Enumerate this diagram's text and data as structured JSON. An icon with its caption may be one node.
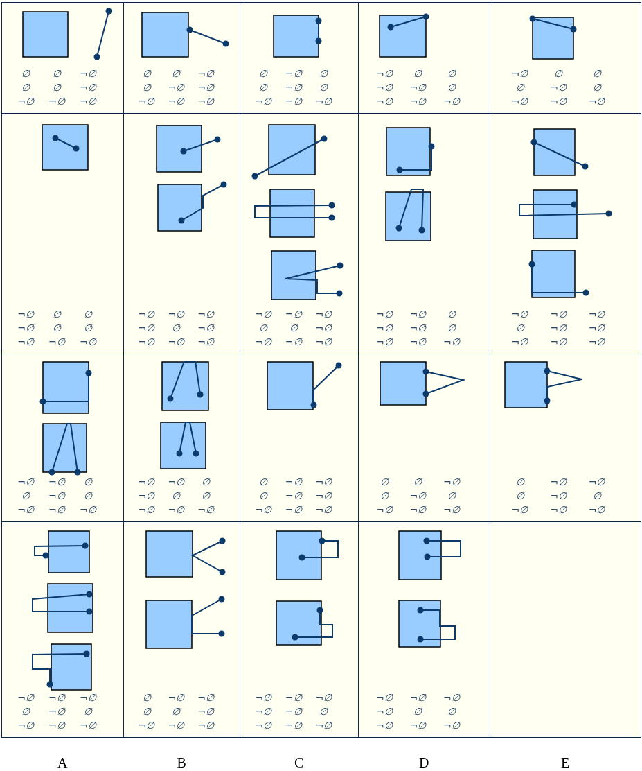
{
  "diagram": {
    "labels": [
      "∅",
      "∅",
      "¬∅",
      "∅",
      "∅",
      "¬∅",
      "¬∅",
      "¬∅",
      "¬∅",
      "∅",
      "∅",
      "¬∅",
      "∅",
      "¬∅",
      "¬∅",
      "¬∅",
      "¬∅",
      "¬∅",
      "∅",
      "¬∅",
      "∅",
      "∅",
      "¬∅",
      "∅",
      "¬∅",
      "¬∅",
      "¬∅",
      "¬∅",
      "∅",
      "∅",
      "¬∅",
      "¬∅",
      "∅",
      "¬∅",
      "¬∅",
      "¬∅",
      "¬∅",
      "∅",
      "∅",
      "∅",
      "¬∅",
      "∅",
      "¬∅",
      "¬∅",
      "¬∅",
      "¬∅",
      "∅",
      "∅",
      "¬∅",
      "∅",
      "∅",
      "¬∅",
      "¬∅",
      "¬∅",
      "¬∅",
      "¬∅",
      "¬∅",
      "¬∅",
      "∅",
      "¬∅",
      "¬∅",
      "¬∅",
      "¬∅",
      "¬∅",
      "¬∅",
      "¬∅",
      "∅",
      "∅",
      "¬∅",
      "¬∅",
      "¬∅",
      "¬∅",
      "¬∅",
      "¬∅",
      "∅",
      "¬∅",
      "¬∅",
      "∅",
      "¬∅",
      "¬∅",
      "¬∅",
      "¬∅",
      "¬∅",
      "¬∅",
      "∅",
      "¬∅",
      "¬∅",
      "¬∅",
      "¬∅",
      "¬∅",
      "¬∅",
      "¬∅",
      "∅",
      "∅",
      "¬∅",
      "∅",
      "¬∅",
      "¬∅",
      "¬∅",
      "¬∅",
      "¬∅",
      "∅",
      "¬∅",
      "∅",
      "∅",
      "¬∅",
      "¬∅",
      "¬∅",
      "∅",
      "¬∅",
      "¬∅",
      "∅",
      "¬∅",
      "¬∅",
      "¬∅",
      "¬∅",
      "¬∅",
      "∅",
      "∅",
      "¬∅",
      "∅",
      "¬∅",
      "∅",
      "¬∅",
      "¬∅",
      "¬∅",
      "∅",
      "¬∅",
      "¬∅",
      "∅",
      "¬∅",
      "∅",
      "¬∅",
      "¬∅",
      "¬∅",
      "¬∅",
      "¬∅",
      "¬∅",
      "∅",
      "¬∅",
      "∅",
      "¬∅",
      "¬∅",
      "¬∅",
      "∅",
      "¬∅",
      "¬∅",
      "∅",
      "∅",
      "¬∅",
      "¬∅",
      "¬∅",
      "¬∅",
      "¬∅",
      "¬∅",
      "¬∅",
      "¬∅",
      "¬∅",
      "∅",
      "¬∅",
      "¬∅",
      "¬∅",
      "¬∅",
      "¬∅",
      "¬∅",
      "¬∅",
      "∅",
      "∅",
      "¬∅",
      "¬∅",
      "¬∅",
      "A",
      "B",
      "C",
      "D",
      "E"
    ]
  }
}
